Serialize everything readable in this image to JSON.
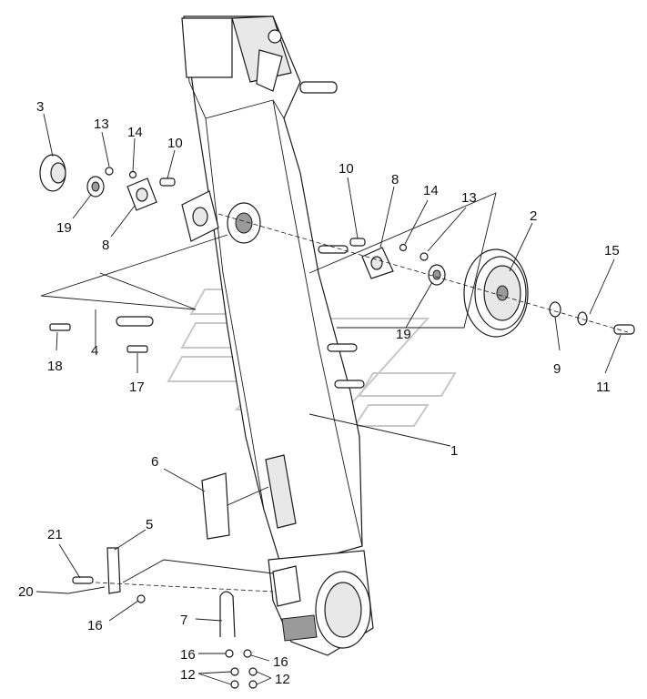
{
  "diagram": {
    "labels": {
      "l1": "1",
      "l2": "2",
      "l3": "3",
      "l4": "4",
      "l5": "5",
      "l6": "6",
      "l7": "7",
      "l8a": "8",
      "l8b": "8",
      "l9": "9",
      "l10a": "10",
      "l10b": "10",
      "l11": "11",
      "l12a": "12",
      "l12b": "12",
      "l13a": "13",
      "l13b": "13",
      "l14a": "14",
      "l14b": "14",
      "l15": "15",
      "l16a": "16",
      "l16b": "16",
      "l16c": "16",
      "l17": "17",
      "l18": "18",
      "l19a": "19",
      "l19b": "19",
      "l20": "20",
      "l21": "21"
    }
  }
}
